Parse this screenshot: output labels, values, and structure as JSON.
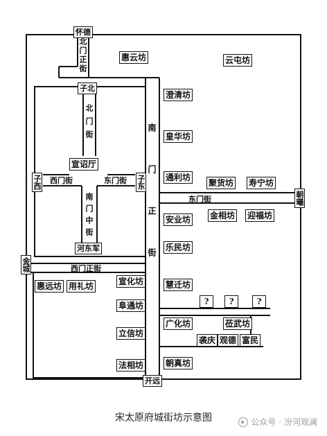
{
  "caption": "宋太原府城街坊示意图",
  "watermark": {
    "prefix": "公众号 · ",
    "name": "汾河观澜"
  },
  "gates": {
    "north": "怀德",
    "south": "开远",
    "west": "金城",
    "east": "朝曦",
    "inner_north": "子北",
    "inner_west": "子西",
    "inner_east": "子东",
    "inner_south": "河东军"
  },
  "center": "宣诏厅",
  "streets": {
    "north_main": "北门正街",
    "inner_north": "北门街",
    "west_inner": "西门街",
    "east_inner": "东门街",
    "inner_south": "南门中街",
    "south_main": "南门正街",
    "east_main": "东门街",
    "west_main": "西门正街"
  },
  "fang": {
    "huiyun": "惠云坊",
    "yuntun": "云屯坊",
    "chengqing": "澄清坊",
    "huanghua": "皇华坊",
    "tongli": "通利坊",
    "juhuo": "聚货坊",
    "shouning": "寿宁坊",
    "anye": "安业坊",
    "jinxiang": "金相坊",
    "yingfu": "迎福坊",
    "lemin": "乐民坊",
    "huiqian": "慧迁坊",
    "unknown1": "?",
    "unknown2": "?",
    "unknown3": "?",
    "guanghua": "广化坊",
    "liwu": "莅武坊",
    "jiqing": "袭庆",
    "guande": "观德",
    "fumin": "富民",
    "chaozhen": "朝真坊",
    "huiyuan": "惠远坊",
    "yongli": "用礼坊",
    "xuanhua": "宣化坊",
    "futong": "阜通坊",
    "lixin": "立信坊",
    "faxiang": "法相坊"
  }
}
